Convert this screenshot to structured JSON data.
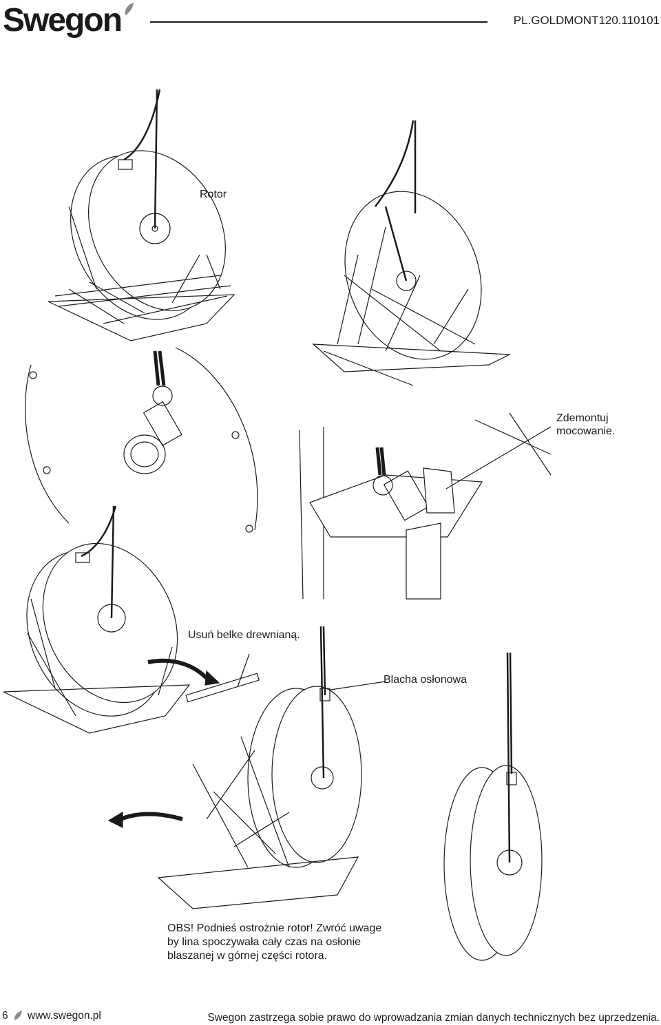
{
  "header": {
    "logo_text": "Swegon",
    "doc_code": "PL.GOLDMONT120.110101"
  },
  "labels": {
    "rotor": "Rotor",
    "dismount": "Zdemontuj\nmocowanie.",
    "remove_beam": "Usuń belke drewnianą.",
    "cover_sheet": "Blacha osłonowa"
  },
  "note": "OBS! Podnieś ostrożnie rotor! Zwróć uwage by lina spoczywała cały czas na osłonie blaszanej w górnej części rotora.",
  "footer": {
    "page_number": "6",
    "url": "www.swegon.pl",
    "disclaimer": "Swegon zastrzega sobie prawo do wprowadzania zmian danych technicznych bez uprzedzenia."
  },
  "colors": {
    "ink": "#1a1a1a",
    "leaf": "#8a8a8a"
  }
}
